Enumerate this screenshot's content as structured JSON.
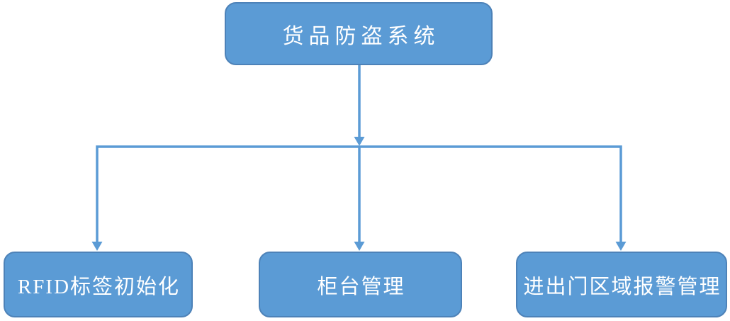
{
  "diagram": {
    "title_node": {
      "label": "货品防盗系统"
    },
    "child_nodes": [
      {
        "label": "RFID标签初始化"
      },
      {
        "label": "柜台管理"
      },
      {
        "label": "进出门区域报警管理"
      }
    ],
    "colors": {
      "node_fill": "#5b9bd5",
      "node_border": "#4d82b8",
      "connector": "#5b9bd5",
      "text": "#ffffff"
    }
  }
}
